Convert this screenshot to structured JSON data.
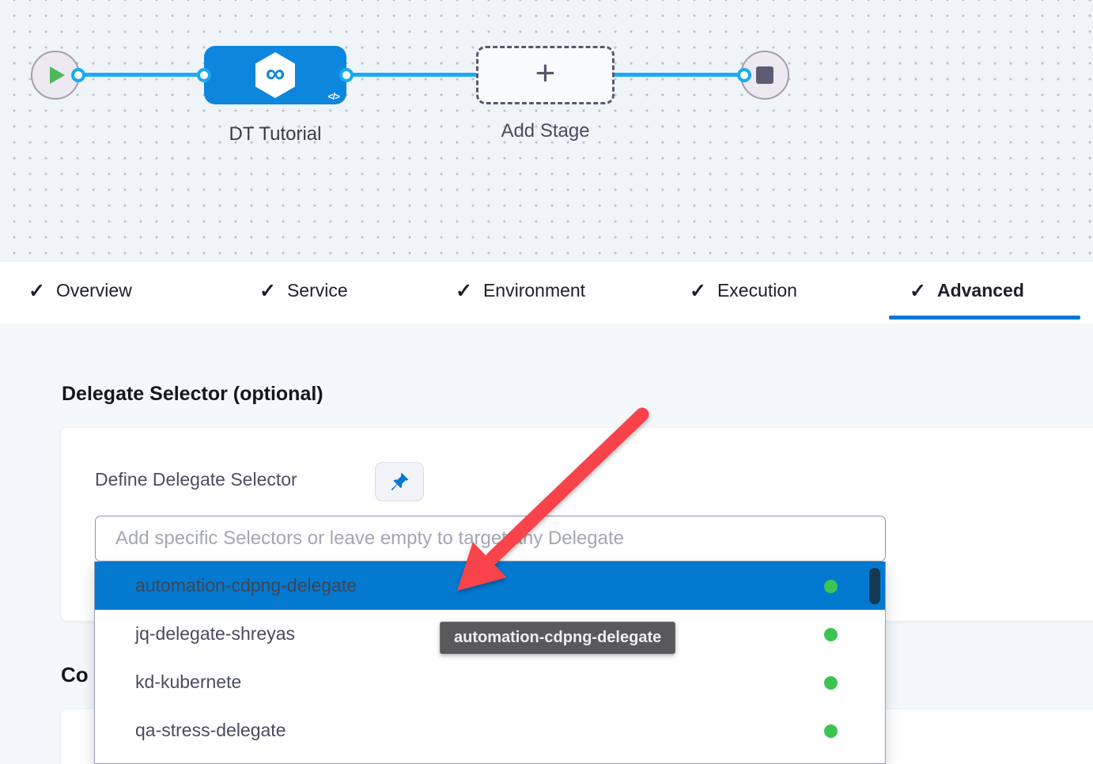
{
  "pipeline_canvas": {
    "stage_node": {
      "label": "DT Tutorial",
      "icon_glyph": "∞",
      "code_badge": "</>"
    },
    "add_stage": {
      "label": "Add Stage",
      "plus_glyph": "+"
    }
  },
  "tabs": [
    {
      "label": "Overview",
      "check": "✓",
      "active": false
    },
    {
      "label": "Service",
      "check": "✓",
      "active": false
    },
    {
      "label": "Environment",
      "check": "✓",
      "active": false
    },
    {
      "label": "Execution",
      "check": "✓",
      "active": false
    },
    {
      "label": "Advanced",
      "check": "✓",
      "active": true
    }
  ],
  "delegate_section": {
    "title": "Delegate Selector (optional)",
    "field_label": "Define Delegate Selector",
    "placeholder": "Add specific Selectors or leave empty to target any Delegate",
    "dropdown_items": [
      {
        "name": "automation-cdpng-delegate",
        "status": "connected",
        "selected": true
      },
      {
        "name": "jq-delegate-shreyas",
        "status": "connected",
        "selected": false
      },
      {
        "name": "kd-kubernete",
        "status": "connected",
        "selected": false
      },
      {
        "name": "qa-stress-delegate",
        "status": "connected",
        "selected": false
      }
    ],
    "tooltip": "automation-cdpng-delegate",
    "clipped_heading": "Co"
  },
  "colors": {
    "accent_blue": "#0278d5",
    "row_highlight_blue": "#0379d0",
    "stage_node_blue": "#0d86dd",
    "connector_blue": "#1aabf2",
    "arrow_red": "#f8434b",
    "status_green": "#3cc552",
    "tooltip_bg": "#59595c"
  }
}
